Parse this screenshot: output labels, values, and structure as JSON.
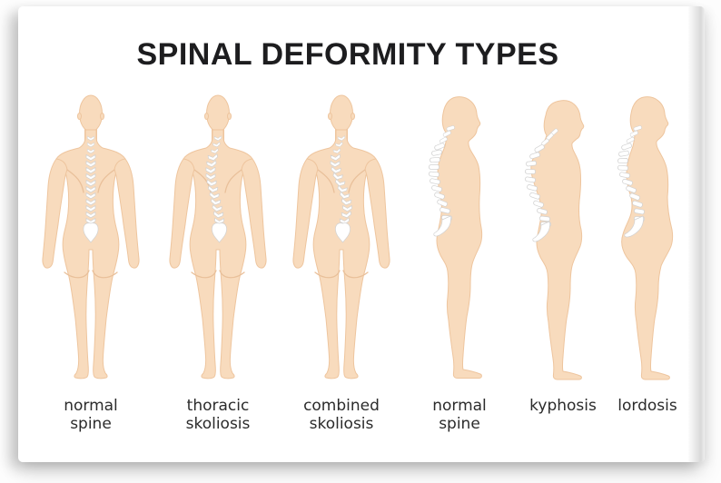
{
  "title": "SPINAL DEFORMITY TYPES",
  "figures": [
    {
      "name": "normal-spine-back",
      "view": "back",
      "label": [
        "normal",
        "spine"
      ]
    },
    {
      "name": "thoracic-skoliosis",
      "view": "back",
      "label": [
        "thoracic",
        "skoliosis"
      ]
    },
    {
      "name": "combined-skoliosis",
      "view": "back",
      "label": [
        "combined",
        "skoliosis"
      ]
    },
    {
      "name": "normal-spine-side",
      "view": "side",
      "label": [
        "normal",
        "spine"
      ]
    },
    {
      "name": "kyphosis",
      "view": "side",
      "label": [
        "kyphosis"
      ]
    },
    {
      "name": "lordosis",
      "view": "side",
      "label": [
        "lordosis"
      ]
    }
  ],
  "colors": {
    "skin": "#f8dbbd",
    "skin_outline": "#eec59e",
    "contour": "#e9c09a",
    "spine_fill": "#ffffff",
    "spine_stroke": "#d2d2d2",
    "title_text": "#1d1d1f",
    "label_text": "#2b2b2b",
    "poster_bg": "#ffffff"
  }
}
